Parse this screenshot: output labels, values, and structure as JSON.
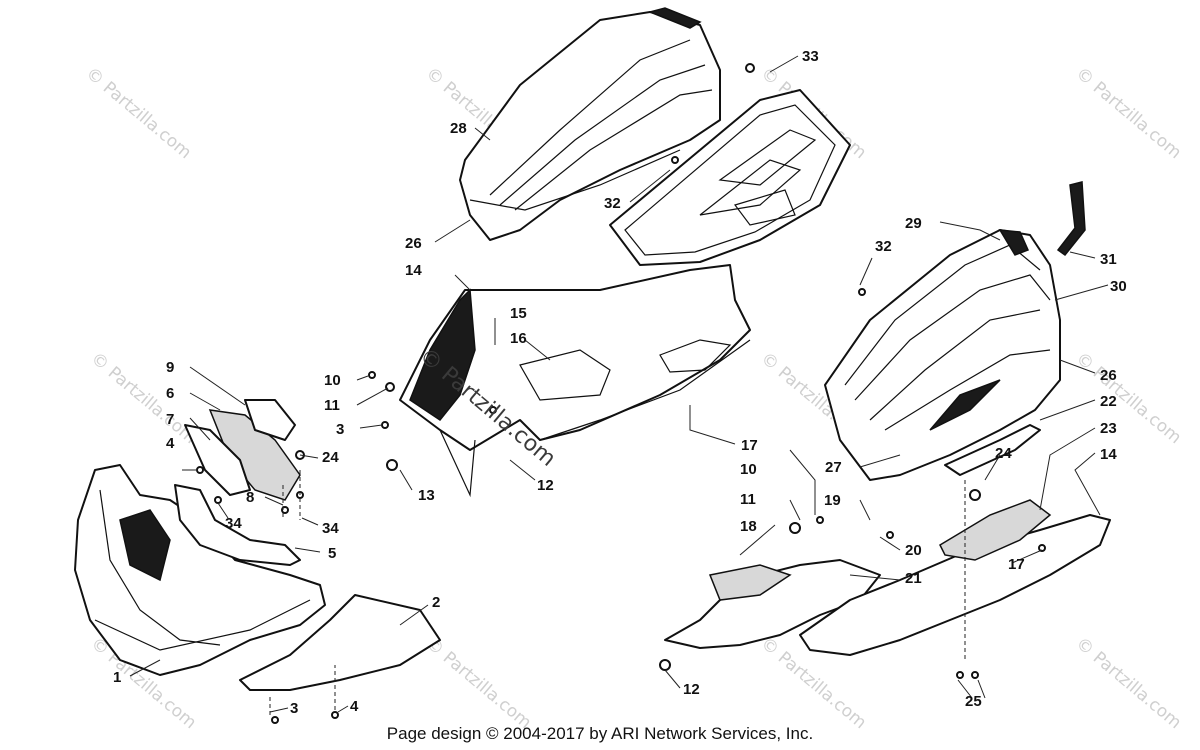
{
  "watermarks": {
    "text": "© Partzilla.com",
    "center_text": "© Partzilla.com"
  },
  "callouts": [
    "1",
    "2",
    "3",
    "3",
    "4",
    "4",
    "5",
    "6",
    "7",
    "8",
    "9",
    "10",
    "10",
    "11",
    "11",
    "12",
    "12",
    "13",
    "14",
    "14",
    "15",
    "16",
    "17",
    "17",
    "18",
    "19",
    "20",
    "21",
    "22",
    "23",
    "24",
    "24",
    "25",
    "26",
    "26",
    "27",
    "28",
    "29",
    "30",
    "31",
    "32",
    "32",
    "33",
    "34",
    "34"
  ],
  "footer": {
    "text": "Page design © 2004-2017 by ARI Network Services, Inc."
  },
  "colors": {
    "line": "#111111",
    "background": "#ffffff",
    "watermark": "#cfcfcf"
  }
}
